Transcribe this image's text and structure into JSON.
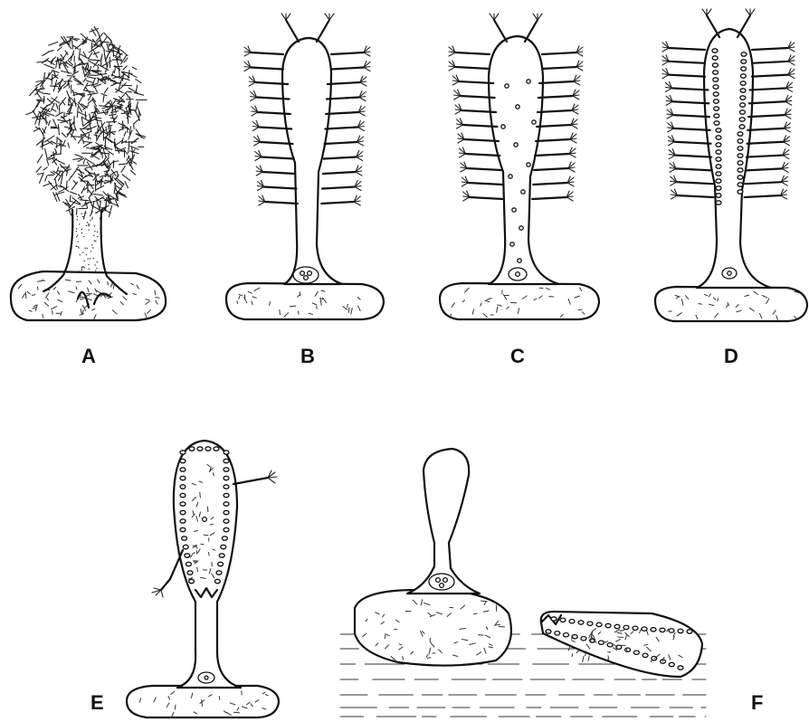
{
  "figure": {
    "panels": [
      {
        "id": "A",
        "label": "A"
      },
      {
        "id": "B",
        "label": "B"
      },
      {
        "id": "C",
        "label": "C"
      },
      {
        "id": "D",
        "label": "D"
      },
      {
        "id": "E",
        "label": "E"
      },
      {
        "id": "F",
        "label": "F"
      }
    ],
    "ink_color": "#111111",
    "background_color": "#ffffff"
  }
}
